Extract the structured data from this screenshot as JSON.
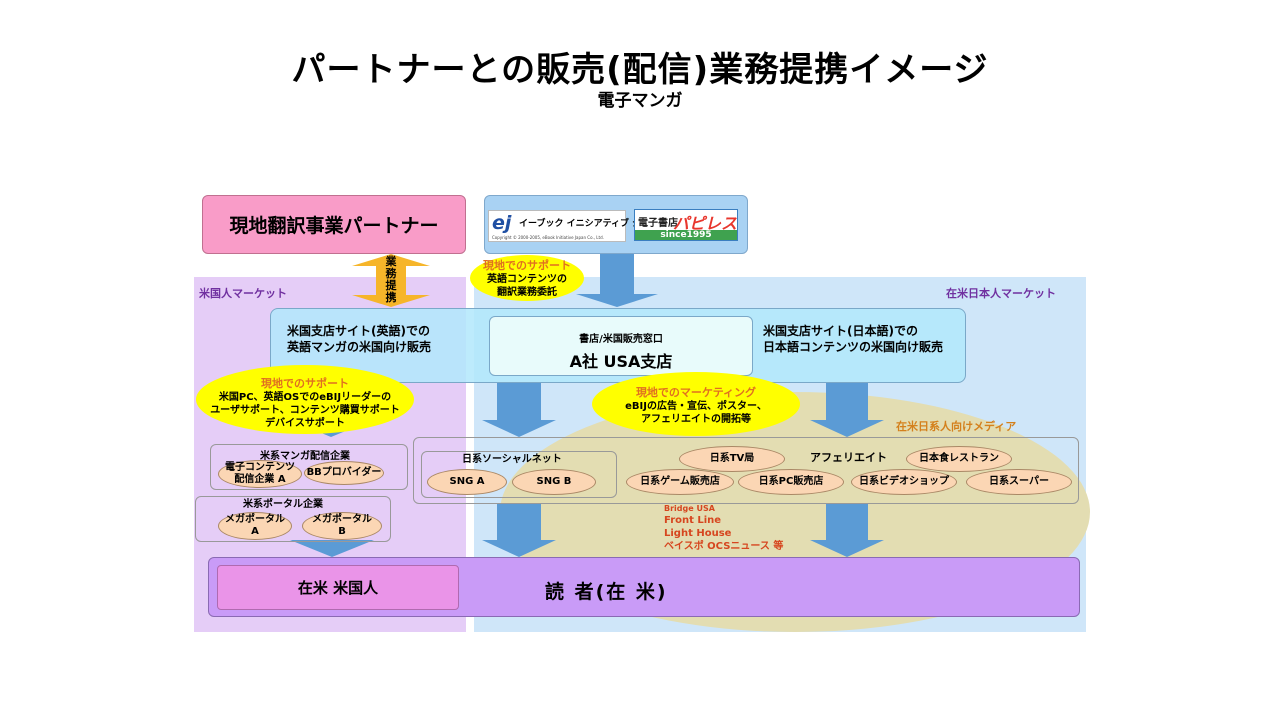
{
  "title": "パートナーとの販売(配信)業務提携イメージ",
  "subtitle": "電子マンガ",
  "markets": {
    "left_label": "米国人マーケット",
    "right_label": "在米日本人マーケット"
  },
  "partner_box": "現地翻訳事業パートナー",
  "alliance_arrow": [
    "業",
    "務",
    "提",
    "携"
  ],
  "logos": {
    "ej_mark": "ej",
    "ej_name": "イーブック イニシアティブ ジャパン",
    "ej_copyright": "Copyright © 2000-2005, eBook Initiative Japan Co., Ltd.",
    "papyless_top": "電子書店",
    "papyless_name": "パピレス",
    "papyless_since": "since1995"
  },
  "support_translation": {
    "heading": "現地でのサポート",
    "lines": [
      "英語コンテンツの",
      "翻訳業務委託"
    ]
  },
  "branch": {
    "left_lines": [
      "米国支店サイト(英語)での",
      "英語マンガの米国向け販売"
    ],
    "right_lines": [
      "米国支店サイト(日本語)での",
      "日本語コンテンツの米国向け販売"
    ],
    "center_small": "書店/米国販売窓口",
    "center_big": "A社 USA支店"
  },
  "support_users": {
    "heading": "現地でのサポート",
    "lines": [
      "米国PC、英語OSでのeBIJリーダーの",
      "ユーザサポート、コンテンツ購買サポート",
      "デバイスサポート"
    ]
  },
  "marketing": {
    "heading": "現地でのマーケティング",
    "lines": [
      "eBIJの広告・宣伝、ポスター、",
      "アフェリエイトの開拓等"
    ]
  },
  "us_manga": {
    "label": "米系マンガ配信企業",
    "items": [
      [
        "電子コンテンツ",
        "配信企業 A"
      ],
      [
        "BBプロバイダー"
      ]
    ]
  },
  "us_portal": {
    "label": "米系ポータル企業",
    "items": [
      [
        "メガポータル",
        "A"
      ],
      [
        "メガポータル",
        "B"
      ]
    ]
  },
  "social": {
    "label": "日系ソーシャルネット",
    "items": [
      "SNG A",
      "SNG B"
    ]
  },
  "affiliate": {
    "label": "アフェリエイト",
    "top_items": [
      "日系TV局",
      "日本食レストラン"
    ],
    "bottom_items": [
      "日系ゲーム販売店",
      "日系PC販売店",
      "日系ビデオショップ",
      "日系スーパー"
    ]
  },
  "media": {
    "label": "在米日系人向けメディア",
    "items": [
      "Bridge USA",
      "Front Line",
      "Light House",
      "ベイスポ OCSニュース 等"
    ]
  },
  "readers": {
    "left": "在米 米国人",
    "main": "読 者(在 米)"
  },
  "colors": {
    "arrow_blue": "#5b9bd5",
    "arrow_gold": "#f6b52a",
    "partner_pink": "#f99cc8",
    "support_yellow": "#ffff00",
    "reader_purple": "#c99bf7"
  }
}
